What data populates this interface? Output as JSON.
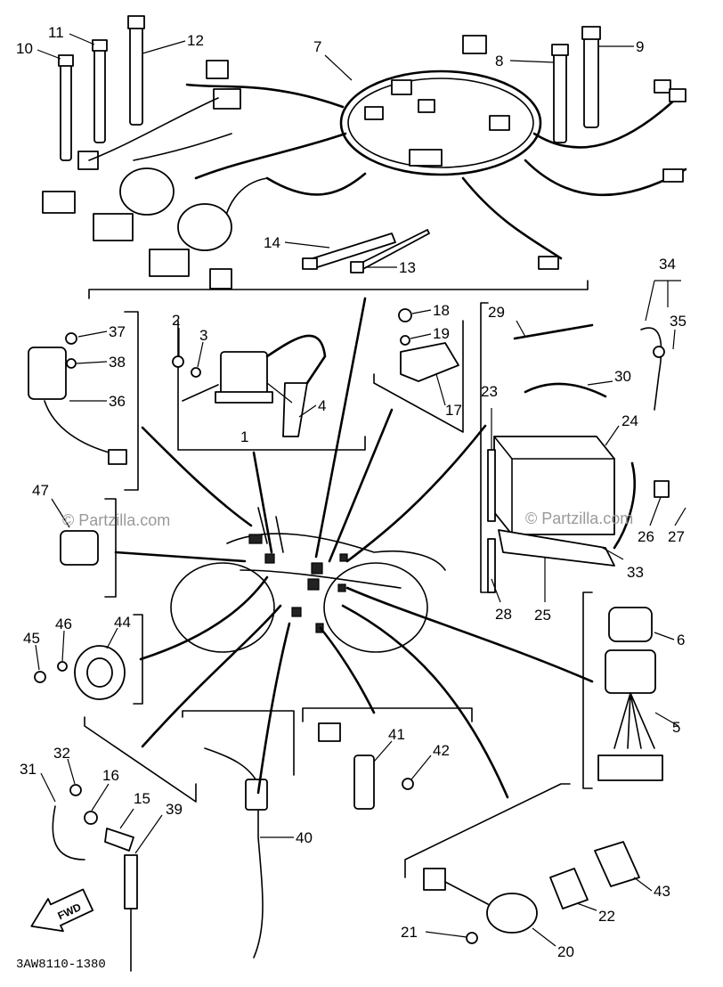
{
  "diagram": {
    "code": "3AW8110-1380",
    "watermark": "© Partzilla.com",
    "fwd_label": "FWD",
    "callouts": [
      "1",
      "2",
      "3",
      "4",
      "5",
      "6",
      "7",
      "8",
      "9",
      "10",
      "11",
      "12",
      "13",
      "14",
      "15",
      "16",
      "17",
      "18",
      "19",
      "20",
      "21",
      "22",
      "23",
      "24",
      "25",
      "26",
      "27",
      "28",
      "29",
      "30",
      "31",
      "32",
      "33",
      "34",
      "35",
      "36",
      "37",
      "38",
      "39",
      "40",
      "41",
      "42",
      "43",
      "44",
      "45",
      "46",
      "47"
    ]
  }
}
